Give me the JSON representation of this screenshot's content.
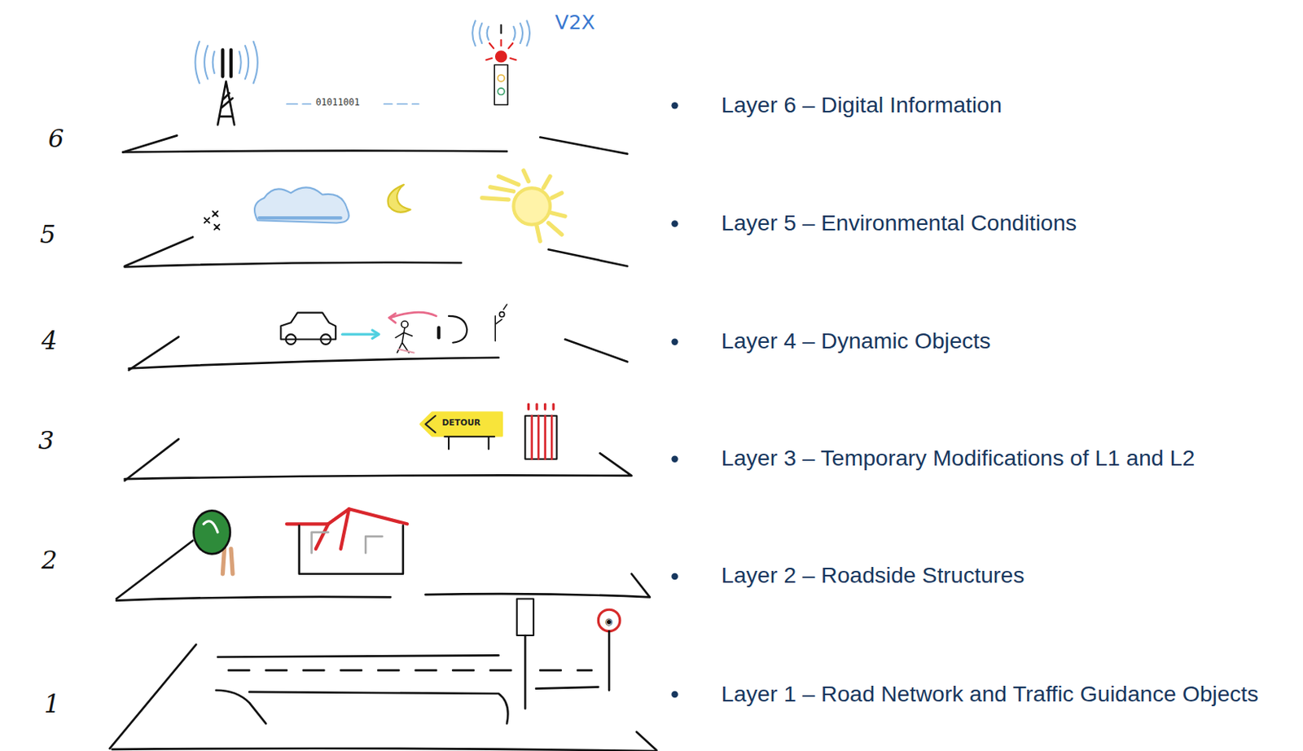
{
  "diagram": {
    "labels": [
      "6",
      "5",
      "4",
      "3",
      "2",
      "1",
      "V2X",
      "01011001",
      "DETOUR",
      "Layer 6 – Digital Information",
      "Layer 5 – Environmental Conditions",
      "Layer 4 – Dynamic Objects",
      "Layer 3 – Temporary Modifications of L1 and L2",
      "Layer 2 – Roadside Structures",
      "Layer 1 – Road Network and Traffic Guidance Objects"
    ]
  }
}
